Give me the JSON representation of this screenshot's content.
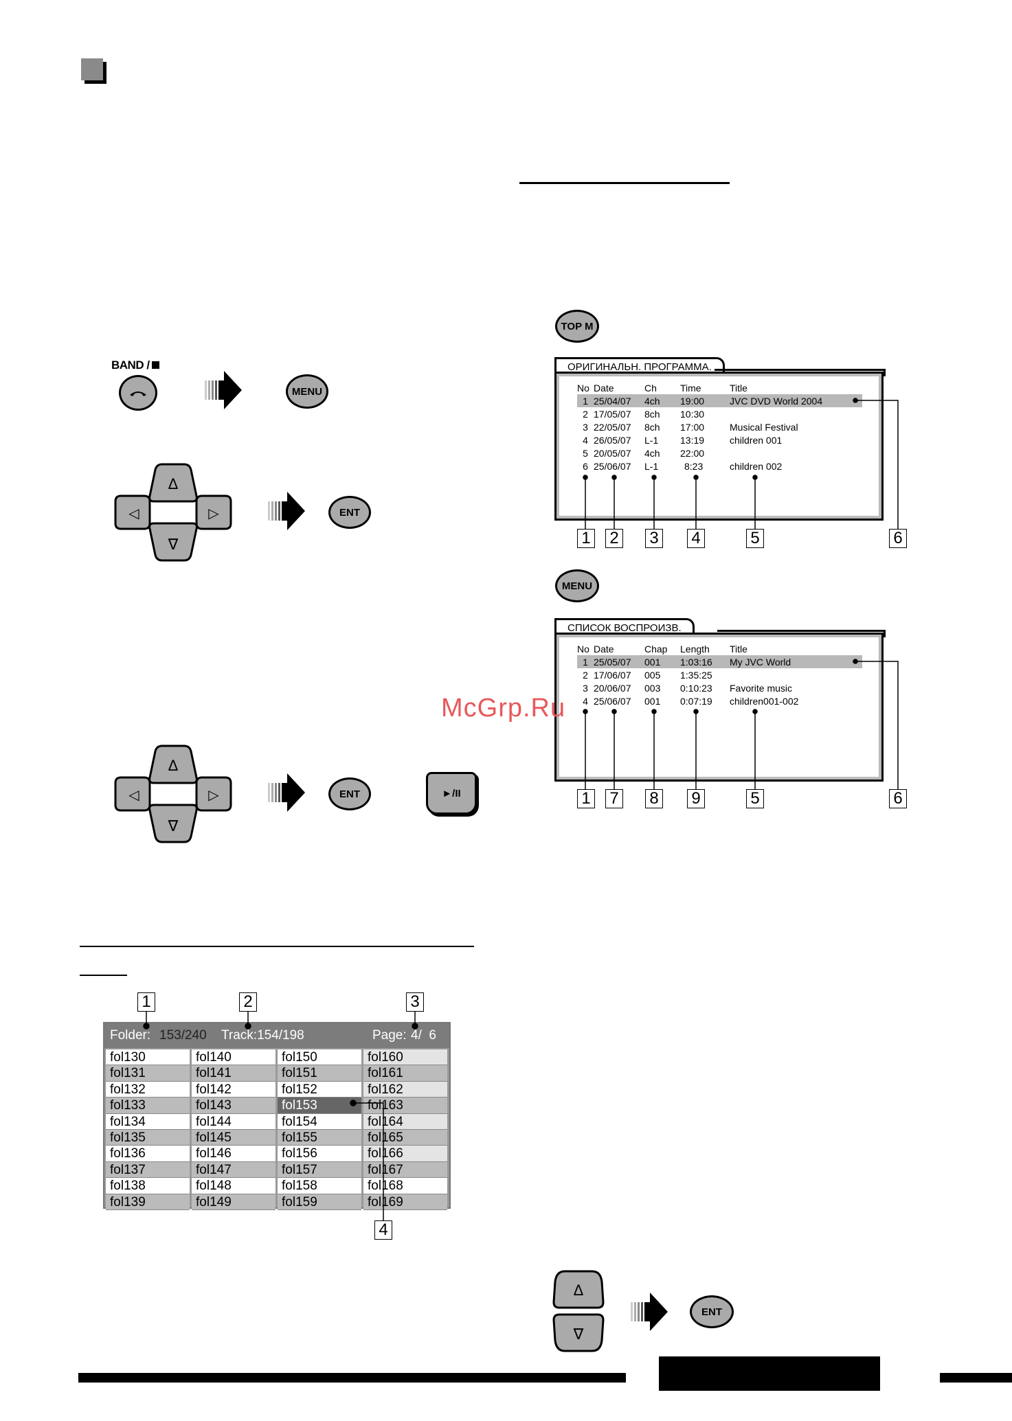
{
  "buttons": {
    "band_label": "BAND /",
    "menu": "MENU",
    "ent": "ENT",
    "top_menu": "TOP M",
    "up": "Δ",
    "down": "∇",
    "left": "◁",
    "right": "▷",
    "play_pause": "►/II"
  },
  "original_program": {
    "tab_title": "ОРИГИНАЛЬН. ПРОГРАММА.",
    "headers": [
      "No",
      "Date",
      "Ch",
      "Time",
      "Title"
    ],
    "rows": [
      {
        "no": "1",
        "date": "25/04/07",
        "ch": "4ch",
        "time": "19:00",
        "title": "JVC DVD World 2004"
      },
      {
        "no": "2",
        "date": "17/05/07",
        "ch": "8ch",
        "time": "10:30",
        "title": ""
      },
      {
        "no": "3",
        "date": "22/05/07",
        "ch": "8ch",
        "time": "17:00",
        "title": "Musical Festival"
      },
      {
        "no": "4",
        "date": "26/05/07",
        "ch": "L-1",
        "time": "13:19",
        "title": "children 001"
      },
      {
        "no": "5",
        "date": "20/05/07",
        "ch": "4ch",
        "time": "22:00",
        "title": ""
      },
      {
        "no": "6",
        "date": "25/06/07",
        "ch": "L-1",
        "time": "8:23",
        "title": "children 002"
      }
    ],
    "callouts": [
      "1",
      "2",
      "3",
      "4",
      "5",
      "6"
    ]
  },
  "playlist": {
    "tab_title": "СПИСОК ВОСПРОИЗВ.",
    "headers": [
      "No",
      "Date",
      "Chap",
      "Length",
      "Title"
    ],
    "rows": [
      {
        "no": "1",
        "date": "25/05/07",
        "chap": "001",
        "length": "1:03:16",
        "title": "My JVC World"
      },
      {
        "no": "2",
        "date": "17/06/07",
        "chap": "005",
        "length": "1:35:25",
        "title": ""
      },
      {
        "no": "3",
        "date": "20/06/07",
        "chap": "003",
        "length": "0:10:23",
        "title": "Favorite music"
      },
      {
        "no": "4",
        "date": "25/06/07",
        "chap": "001",
        "length": "0:07:19",
        "title": "children001-002"
      }
    ],
    "callouts": [
      "1",
      "7",
      "8",
      "9",
      "5",
      "6"
    ]
  },
  "watermark": "McGrp.Ru",
  "folder_list": {
    "folder_label": "Folder:",
    "folder_value": "153/240",
    "track_label": "Track:154/198",
    "page_label": "Page:",
    "page_value": "4/  6",
    "columns": [
      [
        "fol130",
        "fol131",
        "fol132",
        "fol133",
        "fol134",
        "fol135",
        "fol136",
        "fol137",
        "fol138",
        "fol139"
      ],
      [
        "fol140",
        "fol141",
        "fol142",
        "fol143",
        "fol144",
        "fol145",
        "fol146",
        "fol147",
        "fol148",
        "fol149"
      ],
      [
        "fol150",
        "fol151",
        "fol152",
        "fol153",
        "fol154",
        "fol155",
        "fol156",
        "fol157",
        "fol158",
        "fol159"
      ],
      [
        "fol160",
        "fol161",
        "fol162",
        "fol163",
        "fol164",
        "fol165",
        "fol166",
        "fol167",
        "fol168",
        "fol169"
      ]
    ],
    "selected": "fol153",
    "callouts": [
      "1",
      "2",
      "3",
      "4"
    ]
  }
}
